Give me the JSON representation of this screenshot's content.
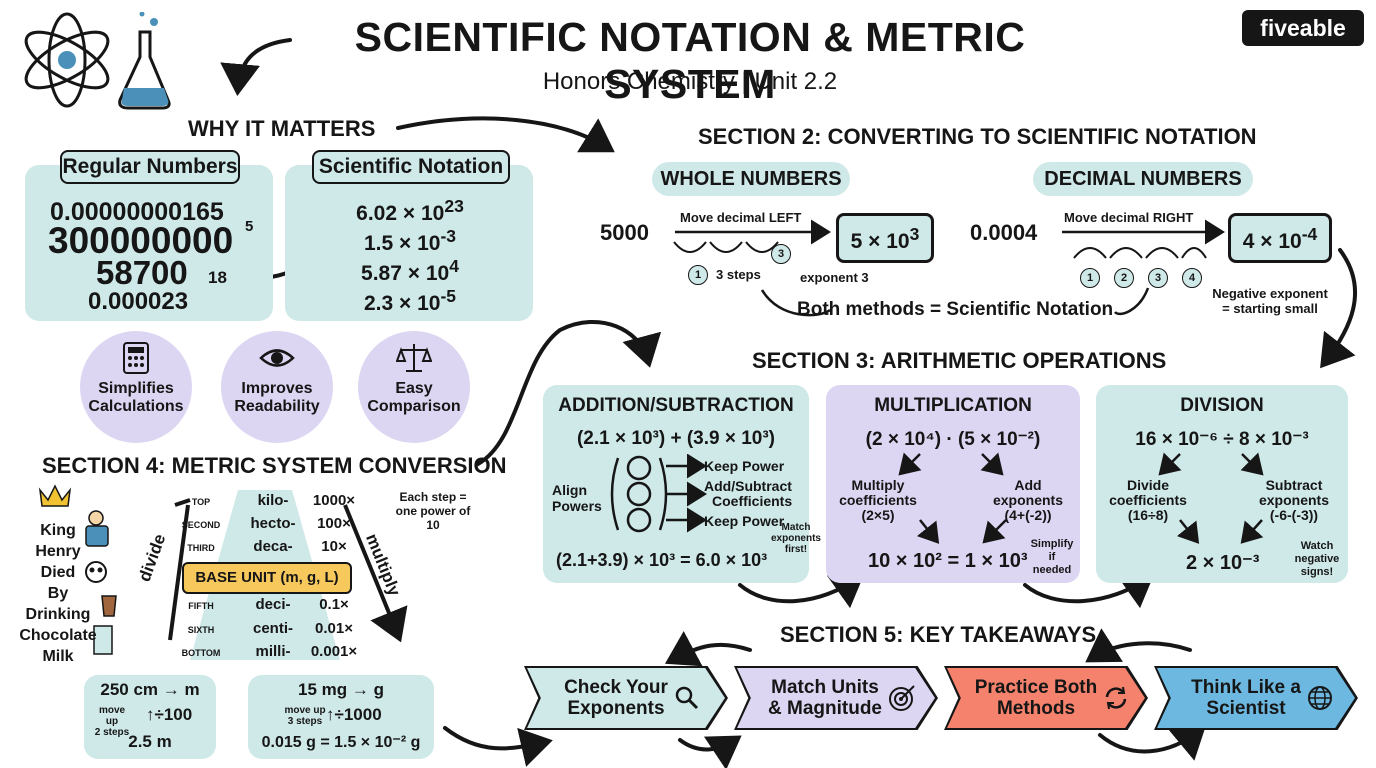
{
  "header": {
    "title": "SCIENTIFIC NOTATION & METRIC SYSTEM",
    "subtitle": "Honors Chemistry | Unit 2.2",
    "logo": "fiveable"
  },
  "why": {
    "heading": "WHY IT MATTERS",
    "regular_label": "Regular Numbers",
    "scientific_label": "Scientific Notation",
    "regular": [
      "0.00000000165",
      "300000000",
      "58700",
      "0.000023"
    ],
    "regular_sup": [
      "5",
      "18"
    ],
    "scientific": [
      {
        "base": "6.02 × 10",
        "exp": "23"
      },
      {
        "base": "1.5 × 10",
        "exp": "-3"
      },
      {
        "base": "5.87 × 10",
        "exp": "4"
      },
      {
        "base": "2.3 × 10",
        "exp": "-5"
      }
    ],
    "benefits": [
      {
        "icon": "calculator-icon",
        "l1": "Simplifies",
        "l2": "Calculations"
      },
      {
        "icon": "eye-icon",
        "l1": "Improves",
        "l2": "Readability"
      },
      {
        "icon": "balance-scale-icon",
        "l1": "Easy",
        "l2": "Comparison"
      }
    ]
  },
  "s2": {
    "heading": "SECTION 2: CONVERTING TO SCIENTIFIC NOTATION",
    "whole": {
      "label": "WHOLE NUMBERS",
      "number": "5000",
      "move": "Move decimal LEFT",
      "result_base": "5 × 10",
      "result_exp": "3",
      "steps": [
        "1",
        "3"
      ],
      "steps_note": "3 steps",
      "exp_note": "exponent 3"
    },
    "decimal": {
      "label": "DECIMAL NUMBERS",
      "number": "0.0004",
      "move": "Move decimal RIGHT",
      "result_base": "4 × 10",
      "result_exp": "-4",
      "steps": [
        "1",
        "2",
        "3",
        "4"
      ],
      "note1": "Negative exponent",
      "note2": "= starting small"
    },
    "both": "Both methods = Scientific Notation"
  },
  "s3": {
    "heading": "SECTION 3: ARITHMETIC OPERATIONS",
    "add": {
      "title": "ADDITION/SUBTRACTION",
      "expr": "(2.1 × 10³) + (3.9 × 10³)",
      "align1": "Align",
      "align2": "Powers",
      "items": [
        "Keep Power",
        "Add/Subtract",
        "Coefficients",
        "Keep Power"
      ],
      "match1": "Match",
      "match2": "exponents",
      "match3": "first!",
      "result": "(2.1+3.9) × 10³ = 6.0 × 10³"
    },
    "mult": {
      "title": "MULTIPLICATION",
      "expr": "(2 × 10⁴) · (5 × 10⁻²)",
      "left1": "Multiply",
      "left2": "coefficients",
      "left3": "(2×5)",
      "right1": "Add",
      "right2": "exponents",
      "right3": "(4+(-2))",
      "result": "10 × 10² = 1 × 10³",
      "note1": "Simplify",
      "note2": "if",
      "note3": "needed"
    },
    "div": {
      "title": "DIVISION",
      "expr": "16 × 10⁻⁶ ÷ 8 × 10⁻³",
      "left1": "Divide",
      "left2": "coefficients",
      "left3": "(16÷8)",
      "right1": "Subtract",
      "right2": "exponents",
      "right3": "(-6-(-3))",
      "result": "2 × 10⁻³",
      "note1": "Watch",
      "note2": "negative",
      "note3": "signs!"
    }
  },
  "s4": {
    "heading": "SECTION 4: METRIC SYSTEM CONVERSION",
    "mnemonic": [
      "King",
      "Henry",
      "Died",
      "By",
      "Drinking",
      "Chocolate",
      "Milk"
    ],
    "divide": "divide",
    "multiply": "multiply",
    "each_step": [
      "Each step =",
      "one power of",
      "10"
    ],
    "rows": [
      {
        "pos": "TOP",
        "prefix": "kilo-",
        "factor": "1000×"
      },
      {
        "pos": "SECOND",
        "prefix": "hecto-",
        "factor": "100×"
      },
      {
        "pos": "THIRD",
        "prefix": "deca-",
        "factor": "10×"
      },
      {
        "pos": "FIFTH",
        "prefix": "deci-",
        "factor": "0.1×"
      },
      {
        "pos": "SIXTH",
        "prefix": "centi-",
        "factor": "0.01×"
      },
      {
        "pos": "BOTTOM",
        "prefix": "milli-",
        "factor": "0.001×"
      }
    ],
    "base": "BASE UNIT (m, g, L)",
    "ex1": {
      "title": "250 cm → m",
      "m1": "move up",
      "m2": "2 steps",
      "op": "↑÷100",
      "result": "2.5 m"
    },
    "ex2": {
      "title": "15 mg → g",
      "m1": "move up",
      "m2": "3 steps",
      "op": "↑÷1000",
      "result": "0.015 g = 1.5 × 10⁻² g"
    }
  },
  "s5": {
    "heading": "SECTION 5: KEY TAKEAWAYS",
    "items": [
      {
        "l1": "Check Your",
        "l2": "Exponents",
        "icon": "magnifier-icon",
        "color": "#cfe8e8"
      },
      {
        "l1": "Match Units",
        "l2": "& Magnitude",
        "icon": "target-icon",
        "color": "#ddd6f3"
      },
      {
        "l1": "Practice Both",
        "l2": "Methods",
        "icon": "cycle-icon",
        "color": "#f4826c"
      },
      {
        "l1": "Think Like a",
        "l2": "Scientist",
        "icon": "globe-icon",
        "color": "#6cb8e0"
      }
    ]
  }
}
